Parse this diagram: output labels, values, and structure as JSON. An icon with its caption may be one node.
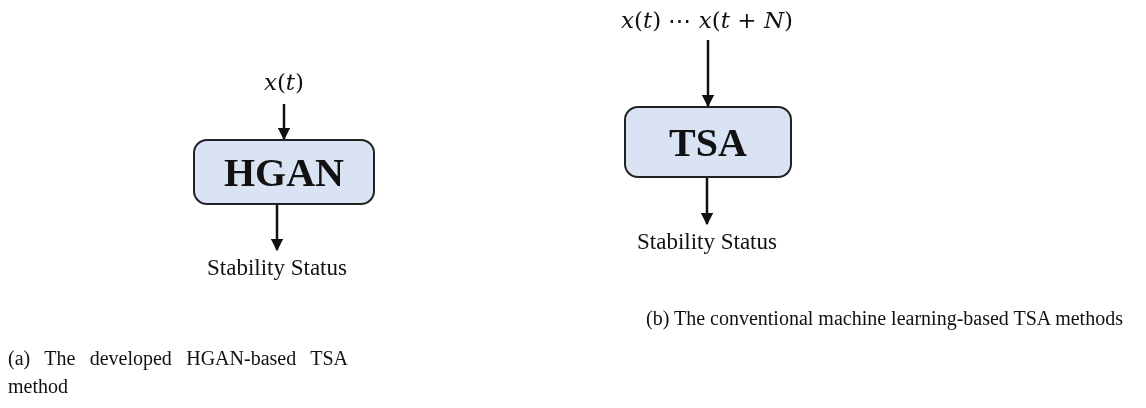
{
  "diagram": {
    "nodes": [
      {
        "text": [
          "*x*(*t*)"
        ]
      },
      {
        "text": [
          "HGAN"
        ]
      },
      {
        "text": [
          "Stability Status"
        ]
      },
      {
        "text": [
          "*x*(*t*) ⋯ *x*(*t* + *N*)"
        ]
      },
      {
        "text": [
          "TSA"
        ]
      },
      {
        "text": [
          "Stability Status"
        ]
      }
    ],
    "edges": [
      {
        "from": 0,
        "to": 1,
        "arrow": "to"
      },
      {
        "from": 1,
        "to": 2,
        "arrow": "to"
      },
      {
        "from": 3,
        "to": 4,
        "arrow": "to"
      },
      {
        "from": 4,
        "to": 5,
        "arrow": "to"
      }
    ],
    "labels": [
      "(a) The developed HGAN-based TSA method",
      "(b) The conventional machine learning-based TSA methods"
    ]
  }
}
